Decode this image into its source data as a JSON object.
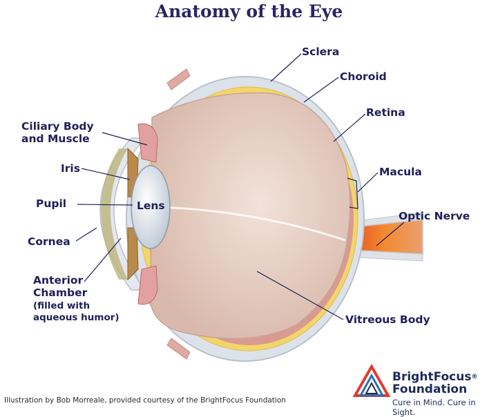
{
  "title": "Anatomy of the Eye",
  "labels": {
    "sclera": "Sclera",
    "choroid": "Choroid",
    "retina": "Retina",
    "ciliary_line1": "Ciliary Body",
    "ciliary_line2": "and Muscle",
    "iris": "Iris",
    "pupil": "Pupil",
    "lens": "Lens",
    "macula": "Macula",
    "optic_nerve": "Optic Nerve",
    "cornea": "Cornea",
    "anterior_line1": "Anterior",
    "anterior_line2": "Chamber",
    "anterior_line3": "(filled with",
    "anterior_line4": "aqueous humor)",
    "vitreous": "Vitreous Body"
  },
  "credit": "Illustration by Bob Morreale, provided courtesy of the BrightFocus Foundation",
  "brand": {
    "name_line1": "BrightFocus",
    "registered": "®",
    "name_line2": "Foundation",
    "tagline": "Cure in Mind. Cure in Sight."
  },
  "colors": {
    "label": "#1e1f56",
    "vitreous": "#ecd6cc",
    "sclera": "#dde3ea",
    "choroid": "#f3d66a",
    "retina": "#d99a92",
    "optic_nerve": "#f07a2a",
    "iris": "#b98a4a",
    "brand_red": "#e23a2e",
    "brand_blue": "#2a6fb8"
  }
}
